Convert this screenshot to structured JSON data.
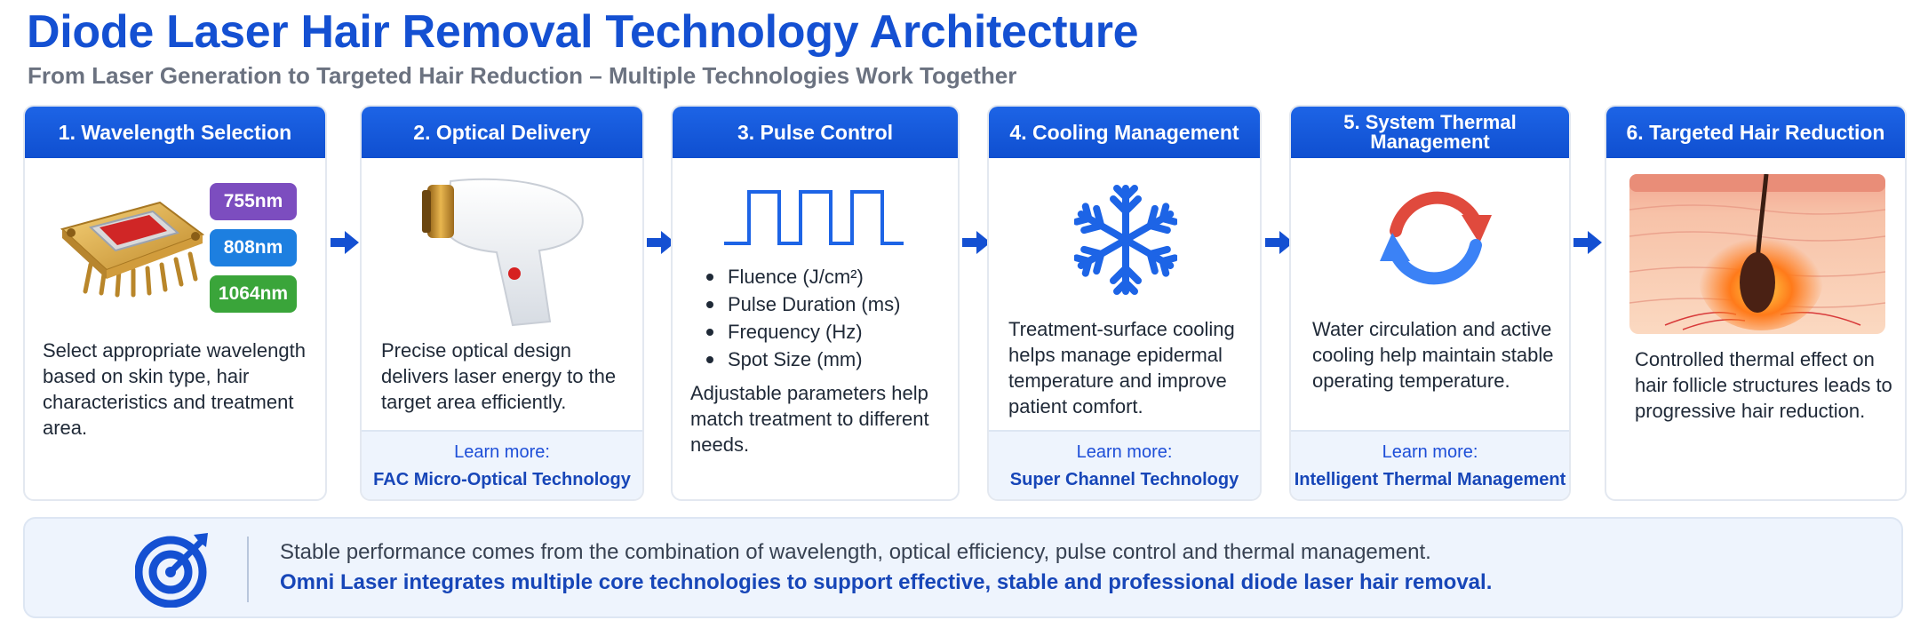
{
  "header": {
    "title": "Diode Laser Hair Removal Technology Architecture",
    "subtitle": "From Laser Generation to Targeted Hair Reduction – Multiple Technologies Work Together"
  },
  "colors": {
    "primary": "#1450d2",
    "header_blue": "#1d64e6",
    "nm_755": "#7c4dbf",
    "nm_808": "#1d7fe0",
    "nm_1064": "#3aa53a",
    "cooling_red": "#e04a3d",
    "panel_bg": "#eef4fd"
  },
  "steps": [
    {
      "title": "1. Wavelength Selection",
      "icon": "laser-diode-chip",
      "wavelengths": [
        "755nm",
        "808nm",
        "1064nm"
      ],
      "description": "Select appropriate wavelength based on skin type, hair characteristics and treatment area."
    },
    {
      "title": "2. Optical Delivery",
      "icon": "laser-handpiece",
      "description": "Precise optical design delivers laser energy to the target area efficiently.",
      "learn_more_label": "Learn more:",
      "learn_more_link": "FAC Micro-Optical Technology"
    },
    {
      "title": "3. Pulse Control",
      "icon": "pulse-wave",
      "parameters": [
        "Fluence (J/cm²)",
        "Pulse Duration (ms)",
        "Frequency (Hz)",
        "Spot Size (mm)"
      ],
      "description": "Adjustable parameters help match treatment to different needs."
    },
    {
      "title": "4. Cooling Management",
      "icon": "snowflake",
      "description": "Treatment-surface cooling helps manage epidermal temperature and improve patient comfort.",
      "learn_more_label": "Learn more:",
      "learn_more_link": "Super Channel Technology"
    },
    {
      "title": "5. System Thermal Management",
      "icon": "circulation-arrows",
      "description": "Water circulation and active cooling help maintain stable operating temperature.",
      "learn_more_label": "Learn more:",
      "learn_more_link": "Intelligent Thermal Management"
    },
    {
      "title": "6. Targeted Hair Reduction",
      "icon": "hair-follicle",
      "description": "Controlled thermal effect on hair follicle structures leads to progressive hair reduction."
    }
  ],
  "footer": {
    "icon": "target-icon",
    "line1": "Stable performance comes from the combination of wavelength, optical efficiency, pulse control and thermal management.",
    "line2": "Omni Laser integrates multiple core technologies to support effective, stable and professional diode laser hair removal."
  }
}
